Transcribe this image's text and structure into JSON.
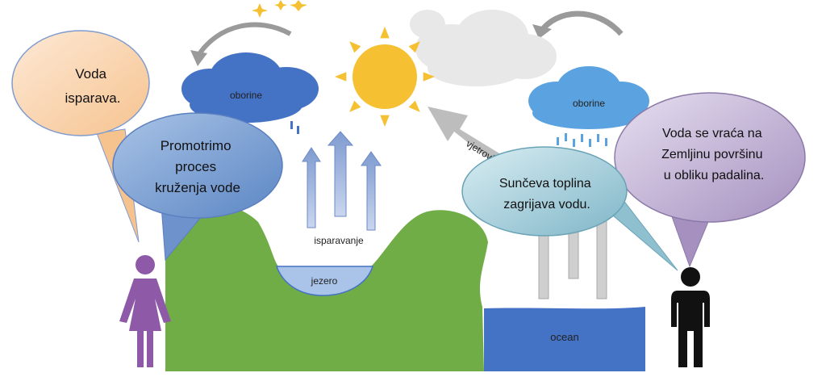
{
  "bubbles": {
    "left_top": [
      "Voda",
      "isparava."
    ],
    "left_main": [
      "Promotrimo",
      "proces",
      "kruženja vode"
    ],
    "right_teal": [
      "Sunčeva toplina",
      "zagrijava vodu."
    ],
    "right_purple": [
      "Voda se vraća na",
      "Zemljinu površinu",
      "u obliku padalina."
    ]
  },
  "labels": {
    "cloud_left": "oborine",
    "cloud_right": "oborine",
    "winds": "vjetrovi",
    "evaporation": "isparavanje",
    "lake": "jezero",
    "ocean": "ocean"
  },
  "colors": {
    "land": "#70ad47",
    "lake": "#a9c4e8",
    "ocean": "#4472c4",
    "sun": "#f6c033",
    "cloud_dark": "#4472c4",
    "cloud_light": "#5b9bd5",
    "person_left": "#8e5aa8",
    "person_right": "#111111"
  }
}
